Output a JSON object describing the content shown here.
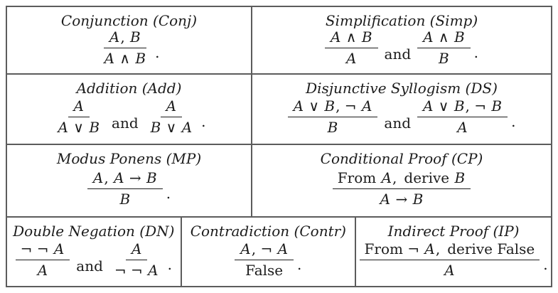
{
  "rules_table": {
    "rows": [
      {
        "cells": [
          {
            "title": "Conjunction (Conj)",
            "fractions": [
              {
                "num": "A, B",
                "den": "A ∧ B"
              }
            ],
            "period": "."
          },
          {
            "title": "Simplification (Simp)",
            "fractions": [
              {
                "num": "A ∧ B",
                "den": "A"
              },
              {
                "num": "A ∧ B",
                "den": "B"
              }
            ],
            "connector": "and",
            "period": "."
          }
        ]
      },
      {
        "cells": [
          {
            "title": "Addition (Add)",
            "fractions": [
              {
                "num": "A",
                "den": "A ∨ B"
              },
              {
                "num": "A",
                "den": "B ∨ A"
              }
            ],
            "connector": "and",
            "period": "."
          },
          {
            "title": "Disjunctive Syllogism (DS)",
            "fractions": [
              {
                "num": "A ∨ B, ¬ A",
                "den": "B"
              },
              {
                "num": "A ∨ B, ¬ B",
                "den": "A"
              }
            ],
            "connector": "and",
            "period": "."
          }
        ]
      },
      {
        "cells": [
          {
            "title": "Modus Ponens (MP)",
            "fractions": [
              {
                "num": "A, A → B",
                "den": "B"
              }
            ],
            "period": "."
          },
          {
            "title": "Conditional Proof (CP)",
            "fractions": [
              {
                "num": "From A, derive B",
                "den": "A → B"
              }
            ]
          }
        ]
      },
      {
        "cells": [
          {
            "title": "Double Negation (DN)",
            "fractions": [
              {
                "num": "¬ ¬ A",
                "den": "A"
              },
              {
                "num": "A",
                "den": "¬ ¬ A"
              }
            ],
            "connector": "and",
            "period": "."
          },
          {
            "title": "Contradiction (Contr)",
            "fractions": [
              {
                "num": "A, ¬ A",
                "den": "False"
              }
            ],
            "period": "."
          },
          {
            "title": "Indirect Proof (IP)",
            "fractions": [
              {
                "num": "From ¬ A, derive False",
                "den": "A"
              }
            ],
            "period": "."
          }
        ]
      }
    ]
  }
}
